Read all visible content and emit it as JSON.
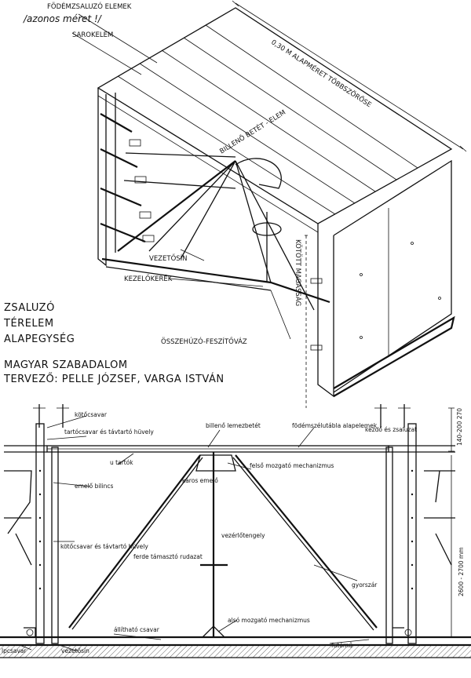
{
  "perspective": {
    "labels": {
      "slab_elements": "FÖDÉMZSALUZÓ ELEMEK",
      "same_size": "/azonos méret !/",
      "corner_element": "SAROKELEM",
      "module_dimension": "0,30 M ALAPMÉRET TÖBBSZÖRÖSE",
      "tilting_insert": "BILLENŐ BETÉT - ELEM",
      "guide_rail": "VEZETŐSÍN",
      "hand_wheel": "KEZELŐKERÉK",
      "room_height": "KÖTÖTT MAGASSÁG",
      "tie_rod": "ÖSSZEHÚZÓ-FESZÍTŐVÁZ"
    },
    "title_lines": [
      "ZSALUZÓ",
      "TÉRELEM",
      "ALAPEGYSÉG"
    ],
    "patent": "MAGYAR SZABADALOM",
    "designers": "TERVEZŐ: PELLE JÓZSEF, VARGA ISTVÁN"
  },
  "section": {
    "labels": {
      "tie_bolt_top": "kötőcsavar",
      "support_bolt": "tartócsavar és távtartó hüvely",
      "tilting_plate": "billenő lemezbetét",
      "adjustable_slab": "födémszélutábla alapelemek",
      "starting_closing": "kezdő és zsaluzat",
      "u_beam": "u tartók",
      "lever_arm": "karos emelő",
      "upper_mechanism": "felső mozgató mechanizmus",
      "lifting_bushing": "emelő bilincs",
      "tie_bolt_mid": "kötőcsavar és távtartó hüvely",
      "diagonal_strut": "ferde támasztó rudazat",
      "spindle": "vezérlőtengely",
      "dim_top": "140-200 270",
      "dim_height": "2600 - 2700 mm",
      "handle": "gyorszár",
      "lower_mechanism": "alsó mozgató mechanizmus",
      "adjusting_bolt": "állítható csavar",
      "base_bolt": "lpcsavar",
      "guide_rail_bottom": "vezetősín",
      "running_wheel": "futómű"
    }
  }
}
